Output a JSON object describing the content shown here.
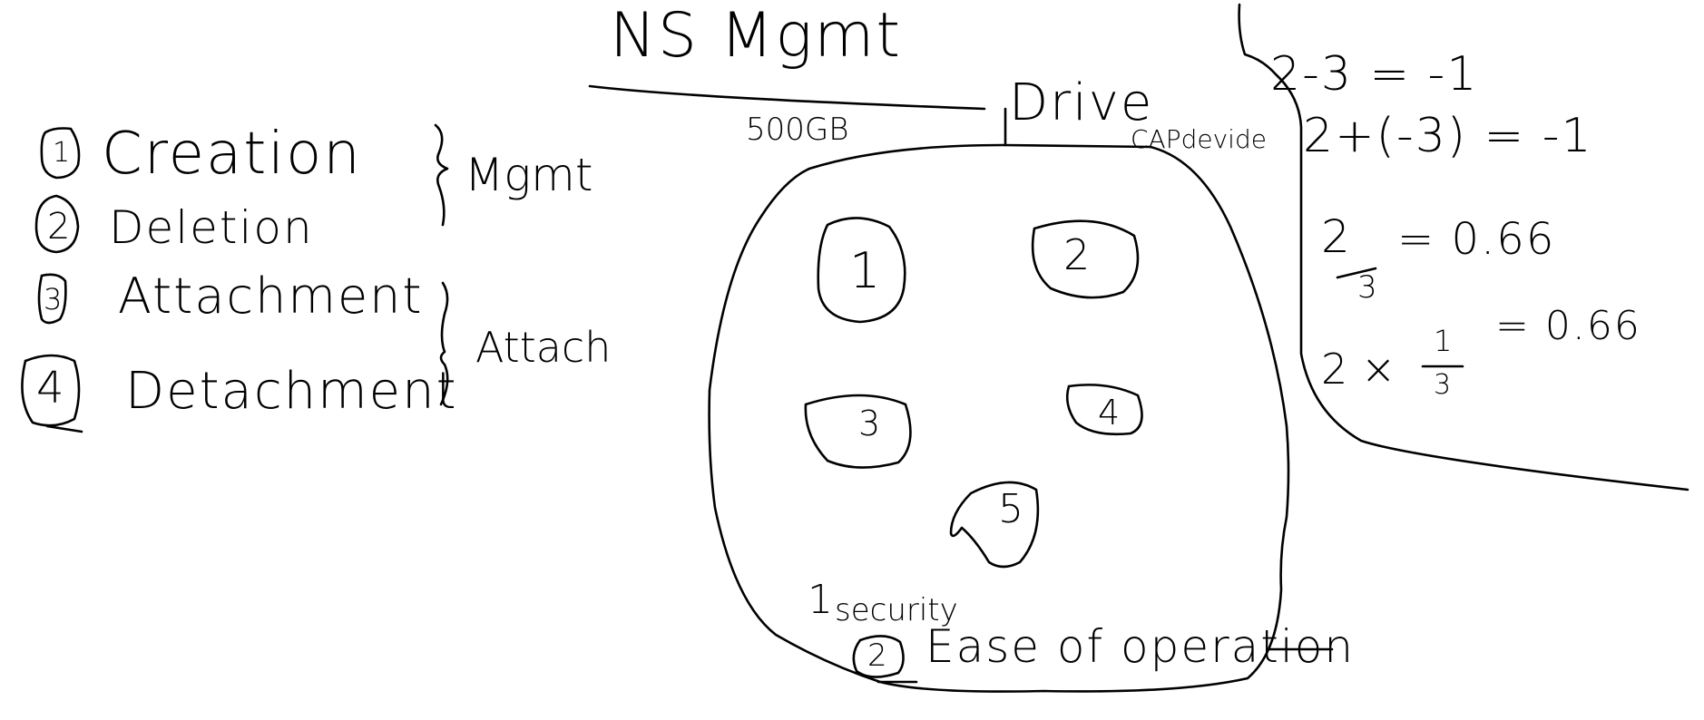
{
  "title": "NS Mgmt",
  "capacity_label": "500GB",
  "drive_label": "Drive",
  "cap_device_label": "CAPdevide",
  "operations": [
    {
      "num": "1",
      "label": "Creation"
    },
    {
      "num": "2",
      "label": "Deletion"
    },
    {
      "num": "3",
      "label": "Attachment"
    },
    {
      "num": "4",
      "label": "Detachment"
    }
  ],
  "group_mgmt": "Mgmt",
  "group_attach": "Attach",
  "namespaces": [
    "1",
    "2",
    "3",
    "4",
    "5"
  ],
  "benefits": [
    {
      "num": "1",
      "label": "security"
    },
    {
      "num": "2",
      "label": "Ease of operation"
    }
  ],
  "math": {
    "line1": "2-3 = -1",
    "line2": "2+(-3) = -1",
    "line3_lhs": "2",
    "line3_den": "3",
    "line3_rhs": "= 0.66",
    "line4_lhs": "2 ×",
    "line4_num": "1",
    "line4_den": "3",
    "line4_rhs": "= 0.66"
  }
}
